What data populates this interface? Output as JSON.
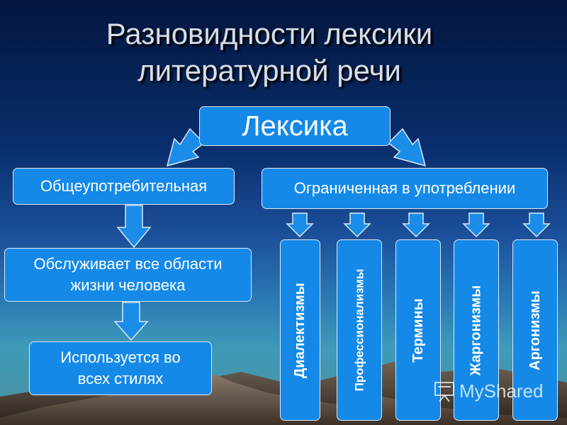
{
  "title": {
    "line1": "Разновидности лексики",
    "line2": "литературной речи"
  },
  "diagram": {
    "root": "Лексика",
    "left_branch": {
      "label": "Общеупотребительная",
      "step1": {
        "line1": "Обслуживает все области",
        "line2": "жизни человека"
      },
      "step2": {
        "line1": "Используется во",
        "line2": "всех стилях"
      }
    },
    "right_branch": {
      "label": "Ограниченная в употреблении",
      "items": [
        "Диалектизмы",
        "Профессионализмы",
        "Термины",
        "Жаргонизмы",
        "Аргонизмы"
      ]
    }
  },
  "watermark": {
    "text": "MyShared",
    "icon": "presentation-board-icon"
  },
  "colors": {
    "box": "#1589e8",
    "arrow": "#1b8ce8",
    "title": "#d9dde4"
  }
}
